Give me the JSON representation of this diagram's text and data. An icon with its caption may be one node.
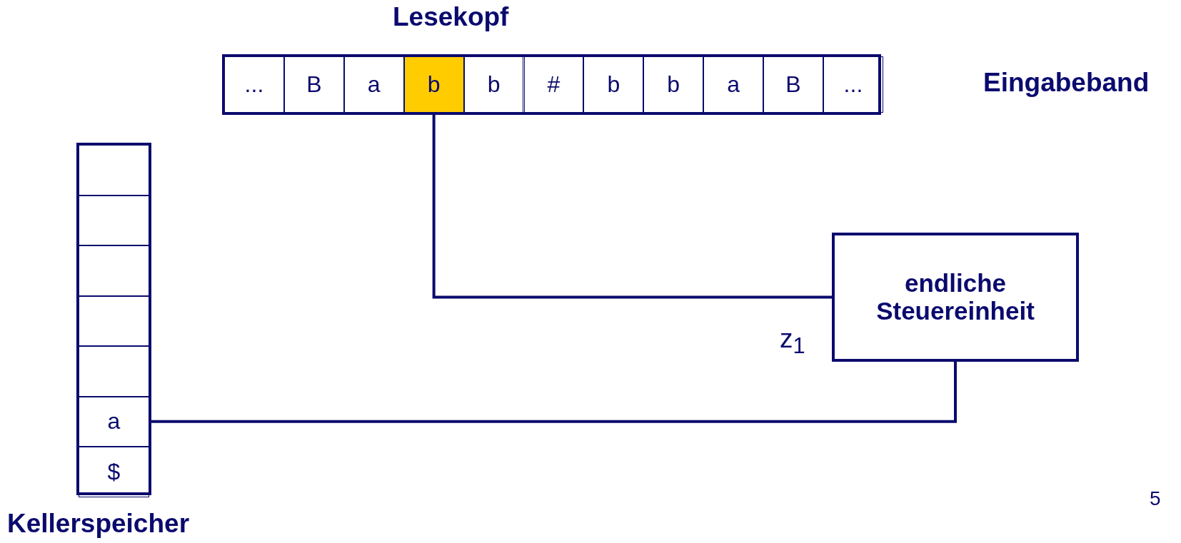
{
  "diagram": {
    "nodes": [
      {
        "text": [],
        "shape": "box"
      },
      {
        "text": [
          "..."
        ],
        "in": 0
      },
      {
        "text": [
          "B"
        ],
        "in": 0
      },
      {
        "text": [
          "a"
        ],
        "in": 0
      },
      {
        "text": [
          "b"
        ],
        "in": 0
      },
      {
        "text": [
          "b"
        ],
        "in": 0
      },
      {
        "text": [
          "#"
        ],
        "in": 0
      },
      {
        "text": [
          "b"
        ],
        "in": 0
      },
      {
        "text": [
          "b"
        ],
        "in": 0
      },
      {
        "text": [
          "a"
        ],
        "in": 0
      },
      {
        "text": [
          "B"
        ],
        "in": 0
      },
      {
        "text": [
          "..."
        ],
        "in": 0
      },
      {
        "text": [],
        "shape": "box"
      },
      {
        "text": [],
        "shape": "box",
        "in": 12
      },
      {
        "text": [],
        "shape": "box",
        "in": 12
      },
      {
        "text": [],
        "shape": "box",
        "in": 12
      },
      {
        "text": [],
        "shape": "box",
        "in": 12
      },
      {
        "text": [],
        "shape": "box",
        "in": 12
      },
      {
        "text": [
          "a"
        ],
        "in": 12
      },
      {
        "text": [
          "$"
        ],
        "in": 12
      },
      {
        "text": [
          "endliche Steuereinheit"
        ],
        "beside": [
          "z$_{1}$"
        ]
      }
    ],
    "edges": [
      {
        "from": 4,
        "to": 20,
        "arrow": "none"
      },
      {
        "from": 18,
        "to": 20,
        "arrow": "none"
      }
    ],
    "labels": [
      "Lesekopf",
      "Eingabeband",
      "Kellerspeicher",
      "5"
    ]
  }
}
